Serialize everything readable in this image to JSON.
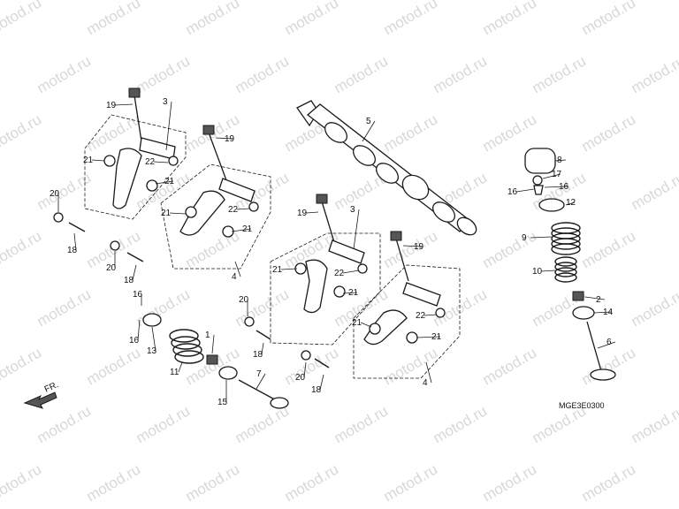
{
  "watermark": "motod.ru",
  "diagram_code": "MGE3E0300",
  "direction_label": "FR.",
  "callouts": {
    "c1": "1",
    "c2": "2",
    "c3a": "3",
    "c3b": "3",
    "c4a": "4",
    "c4b": "4",
    "c5": "5",
    "c6": "6",
    "c7": "7",
    "c8": "8",
    "c9": "9",
    "c10": "10",
    "c11": "11",
    "c12": "12",
    "c13": "13",
    "c14": "14",
    "c15": "15",
    "c16a": "16",
    "c16b": "16",
    "c16c": "16",
    "c16d": "16",
    "c17": "17",
    "c18a": "18",
    "c18b": "18",
    "c18c": "18",
    "c18d": "18",
    "c19a": "19",
    "c19b": "19",
    "c19c": "19",
    "c19d": "19",
    "c20a": "20",
    "c20b": "20",
    "c20c": "20",
    "c20d": "20",
    "c21a": "21",
    "c21b": "21",
    "c21c": "21",
    "c21d": "21",
    "c21e": "21",
    "c21f": "21",
    "c21g": "21",
    "c21h": "21",
    "c22a": "22",
    "c22b": "22",
    "c22c": "22",
    "c22d": "22"
  }
}
